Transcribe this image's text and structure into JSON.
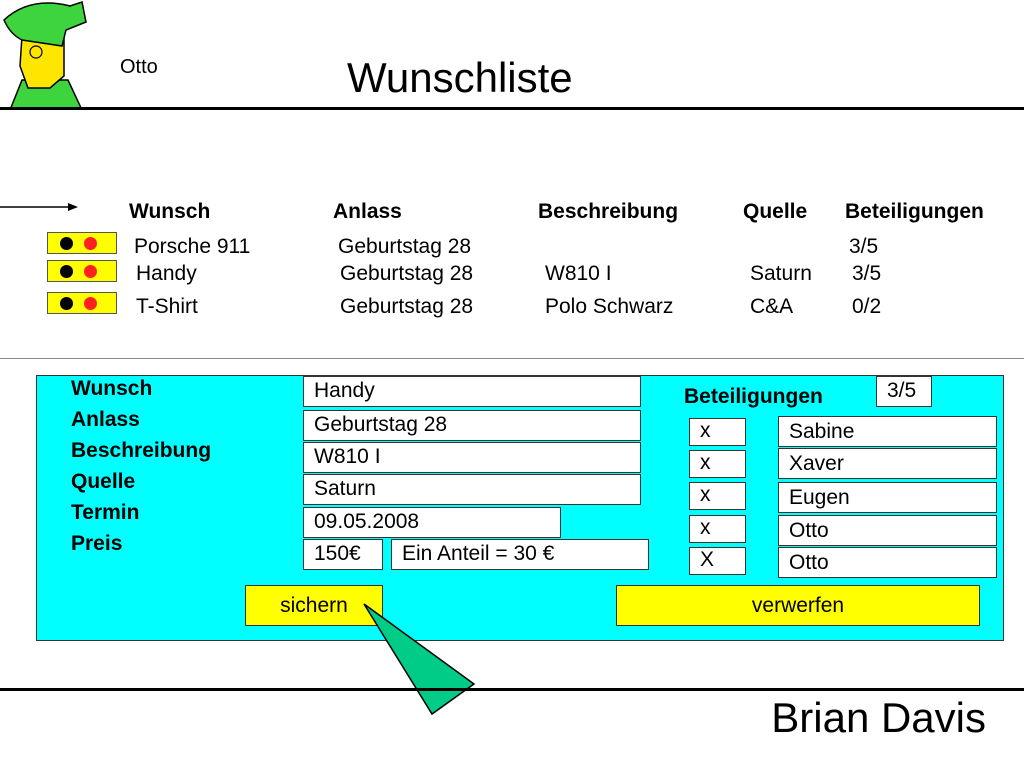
{
  "header": {
    "user_name": "Otto",
    "title": "Wunschliste"
  },
  "table": {
    "columns": [
      "Wunsch",
      "Anlass",
      "Beschreibung",
      "Quelle",
      "Beteiligungen"
    ],
    "rows": [
      {
        "wunsch": "Porsche 911",
        "anlass": "Geburtstag 28",
        "beschreibung": "",
        "quelle": "",
        "beteiligungen": "3/5"
      },
      {
        "wunsch": "Handy",
        "anlass": "Geburtstag 28",
        "beschreibung": "W810 I",
        "quelle": "Saturn",
        "beteiligungen": "3/5"
      },
      {
        "wunsch": "T-Shirt",
        "anlass": "Geburtstag 28",
        "beschreibung": "Polo Schwarz",
        "quelle": "C&A",
        "beteiligungen": "0/2"
      }
    ]
  },
  "form": {
    "labels": {
      "wunsch": "Wunsch",
      "anlass": "Anlass",
      "beschreibung": "Beschreibung",
      "quelle": "Quelle",
      "termin": "Termin",
      "preis": "Preis"
    },
    "values": {
      "wunsch": "Handy",
      "anlass": "Geburtstag 28",
      "beschreibung": "W810 I",
      "quelle": "Saturn",
      "termin": "09.05.2008",
      "preis": "150€",
      "anteil": "Ein Anteil = 30 €"
    },
    "beteiligungen_label": "Beteiligungen",
    "beteiligungen_count": "3/5",
    "participants": [
      {
        "mark": "x",
        "name": "Sabine"
      },
      {
        "mark": "x",
        "name": "Xaver"
      },
      {
        "mark": "x",
        "name": "Eugen"
      },
      {
        "mark": "x",
        "name": "Otto"
      },
      {
        "mark": "X",
        "name": "Otto"
      }
    ],
    "save_label": "sichern",
    "discard_label": "verwerfen"
  },
  "footer": {
    "author": "Brian Davis"
  },
  "colors": {
    "panel": "#00ffff",
    "button": "#ffff00",
    "traffic_light": "#ffff00",
    "light_red": "#ff2020",
    "light_black": "#000000",
    "cursor": "#00cc88",
    "avatar_cap": "#3ed43e",
    "avatar_face": "#ffe600"
  },
  "icons": {
    "avatar": "user-avatar-icon",
    "row_marker": "arrow-right-icon",
    "cursor": "mouse-pointer-icon",
    "status": "traffic-light-icon"
  }
}
